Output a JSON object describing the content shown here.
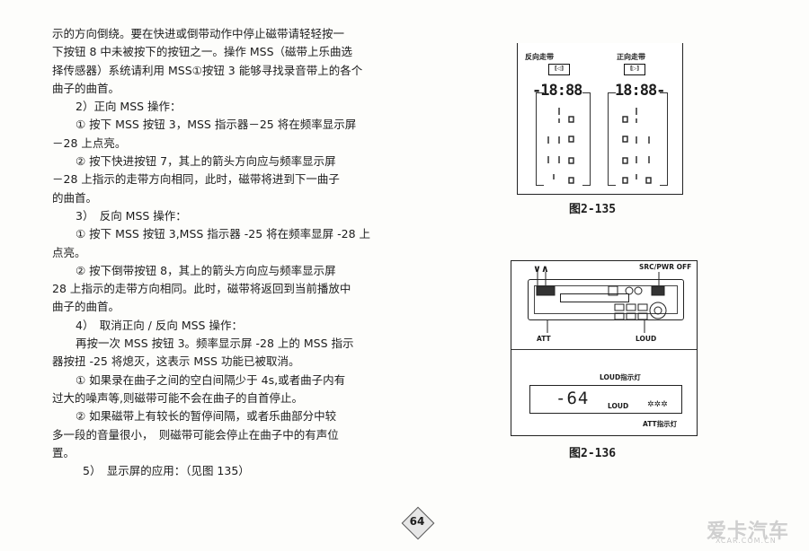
{
  "text": {
    "l1": "示的方向倒绕。要在快进或倒带动作中停止磁带请轻轻按一",
    "l2": "下按钮 8 中未被按下的按钮之一。操作 MSS（磁带上乐曲选",
    "l3": "择传感器）系统请利用 MSS①按钮 3 能够寻找录音带上的各个",
    "l4": "曲子的曲首。",
    "h2": "2）正向 MSS 操作：",
    "l5": "① 按下 MSS 按钮 3，MSS 指示器－25 将在频率显示屏",
    "l6": "－28 上点亮。",
    "l7": "② 按下快进按钮 7，其上的箭头方向应与频率显示屏",
    "l8": "－28 上指示的走带方向相同，此时，磁带将进到下一曲子",
    "l9": "的曲首。",
    "h3": "3）　反向 MSS 操作：",
    "l10": "① 按下 MSS 按钮 3,MSS 指示器 -25 将在频率显屏 -28 上",
    "l11": "点亮。",
    "l12": "② 按下倒带按钮 8，其上的箭头方向应与频率显示屏",
    "l13": "28 上指示的走带方向相同。此时，磁带将返回到当前播放中",
    "l14": "曲子的曲首。",
    "h4": "4）　取消正向 / 反向 MSS 操作：",
    "l15": "再按一次 MSS 按钮 3。频率显示屏 -28 上的 MSS 指示",
    "l16": "器按扭 -25 将熄灭，这表示 MSS 功能已被取消。",
    "l17": "① 如果录在曲子之间的空白间隔少于 4s,或者曲子内有",
    "l18": "过大的噪声等,则磁带可能不会在曲子的自首停止。",
    "l19": "② 如果磁带上有较长的暂停间隔，或者乐曲部分中较",
    "l20": "多一段的音量很小，　则磁带可能会停止在曲子中的有声位",
    "l21": "置。",
    "h5": "5）　显示屏的应用：（见图 135）"
  },
  "fig135": {
    "left_label": "反向走带",
    "right_label": "正向走带",
    "left_icon": "[◁]",
    "right_icon": "[▷]",
    "left_display": "-18:88",
    "right_display": "18:88-",
    "caption": "图2-135"
  },
  "fig136": {
    "top_arrows": "∨∧",
    "src_label": "SRC/PWR OFF",
    "att_label": "ATT",
    "loud_label": "LOUD",
    "loud_indicator_label": "LOUD指示灯",
    "lcd_value": "-64",
    "lcd_loud": "LOUD",
    "att_indicator_label": "ATT指示灯",
    "caption": "图2-136"
  },
  "page_number": "64",
  "watermark": {
    "main": "爱卡汽车",
    "sub": "XCAR.COM.CN"
  }
}
